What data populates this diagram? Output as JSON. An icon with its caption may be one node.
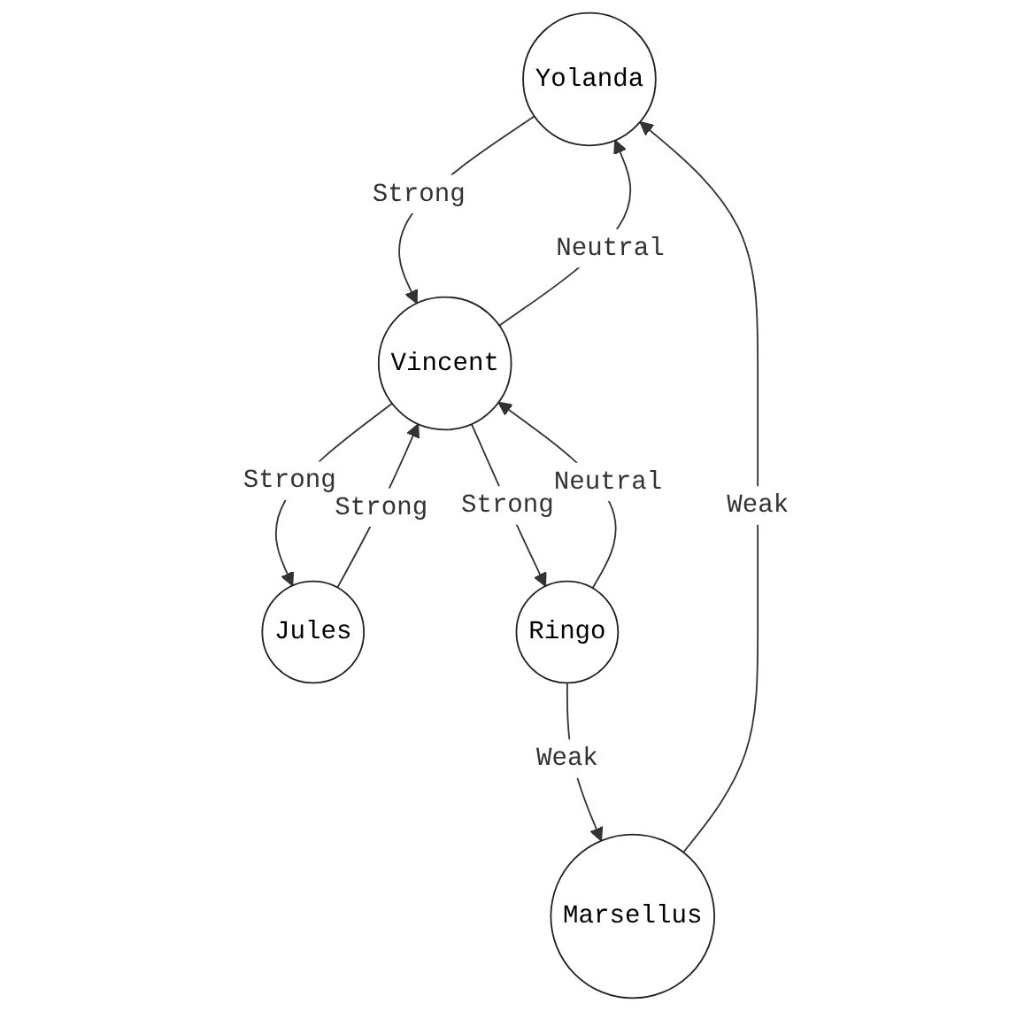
{
  "diagram": {
    "nodes": [
      {
        "text": [
          "Yolanda"
        ]
      },
      {
        "text": [
          "Marsellus"
        ]
      },
      {
        "text": [
          "Jules"
        ]
      },
      {
        "text": [
          "Ringo"
        ]
      },
      {
        "text": [
          "Vincent"
        ]
      }
    ],
    "edges": [
      {
        "from": 1,
        "to": 0,
        "arrow": "to",
        "label": "Weak"
      },
      {
        "from": 3,
        "to": 1,
        "arrow": "to",
        "label": "Weak"
      },
      {
        "from": 0,
        "to": 4,
        "arrow": "to",
        "label": "Strong"
      },
      {
        "from": 4,
        "to": 0,
        "arrow": "to",
        "label": "Neutral"
      },
      {
        "from": 2,
        "to": 4,
        "arrow": "to",
        "label": "Strong"
      },
      {
        "from": 4,
        "to": 2,
        "arrow": "to",
        "label": "Strong"
      },
      {
        "from": 3,
        "to": 4,
        "arrow": "to",
        "label": "Neutral"
      },
      {
        "from": 4,
        "to": 3,
        "arrow": "to",
        "label": "Strong"
      }
    ]
  }
}
